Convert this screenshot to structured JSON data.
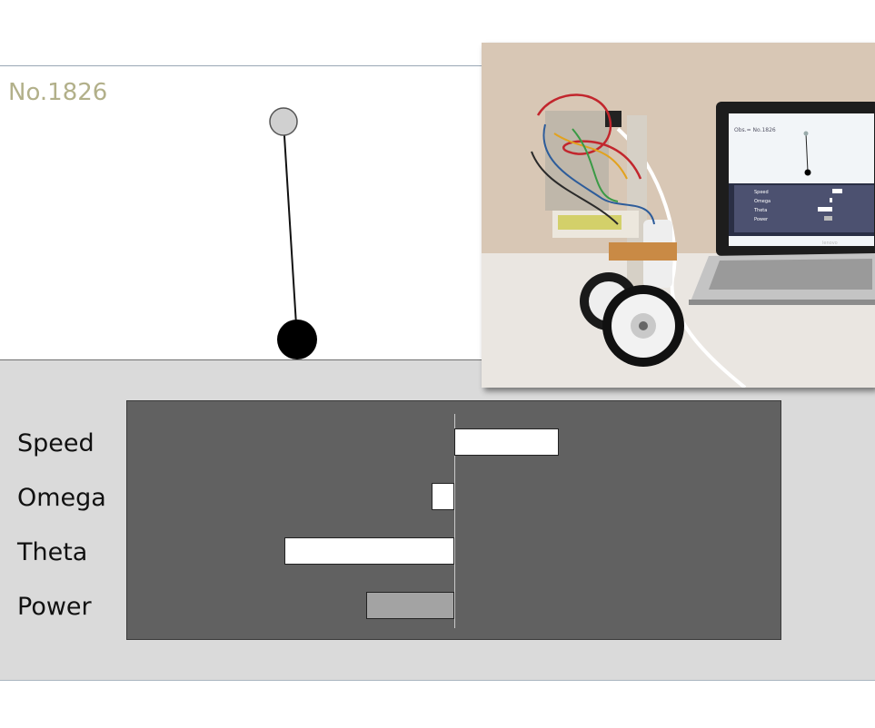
{
  "simulation": {
    "counter_text": "No.1826"
  },
  "gauges": {
    "zero_x_fraction": 0.5,
    "items": [
      {
        "label": "Speed",
        "value": 0.16,
        "color": "#ffffff"
      },
      {
        "label": "Omega",
        "value": -0.035,
        "color": "#ffffff"
      },
      {
        "label": "Theta",
        "value": -0.26,
        "color": "#ffffff"
      },
      {
        "label": "Power",
        "value": -0.135,
        "color": "#a3a3a3"
      }
    ]
  },
  "photo": {
    "screen_counter_text": "Obs.= No.1826",
    "screen_labels": [
      "Speed",
      "Omega",
      "Theta",
      "Power"
    ],
    "laptop_brand": "lenovo"
  }
}
